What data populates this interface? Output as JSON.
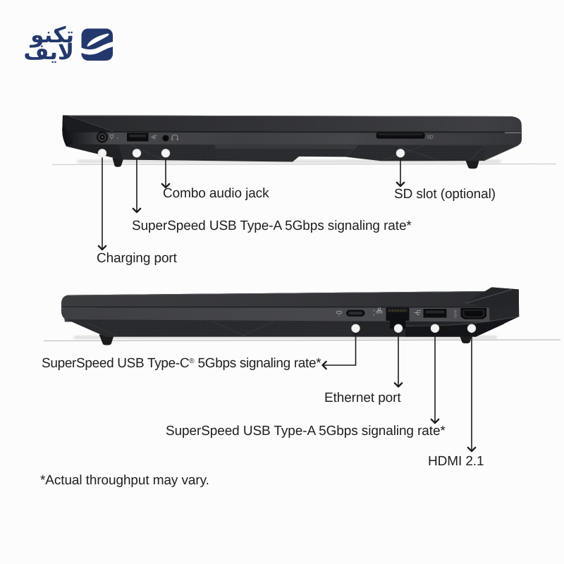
{
  "page": {
    "background": "#fcfcfc",
    "accent_dark": "#1e1e20"
  },
  "logo": {
    "text_line1": "تکنو",
    "text_line2": "لایف",
    "color": "#23386d",
    "mark": "swoosh-in-rounded-square"
  },
  "top_laptop": {
    "view": "left-side-profile",
    "sd_engraving": "SD",
    "callouts": [
      {
        "id": "combo-audio",
        "label": "Combo audio jack"
      },
      {
        "id": "sd-slot",
        "label": "SD slot (optional)"
      },
      {
        "id": "usb-a",
        "label": "SuperSpeed USB Type-A 5Gbps signaling rate*"
      },
      {
        "id": "charging",
        "label": "Charging port"
      }
    ]
  },
  "bottom_laptop": {
    "view": "right-side-profile",
    "hdmi_engraving": "HDMI",
    "callouts": [
      {
        "id": "usb-c",
        "label_pre": "SuperSpeed USB Type-C",
        "label_reg": "®",
        "label_post": " 5Gbps signaling rate*"
      },
      {
        "id": "ethernet",
        "label": "Ethernet port"
      },
      {
        "id": "usb-a",
        "label": "SuperSpeed USB Type-A 5Gbps signaling rate*"
      },
      {
        "id": "hdmi",
        "label": "HDMI 2.1"
      }
    ]
  },
  "footnote": "*Actual throughput may vary."
}
